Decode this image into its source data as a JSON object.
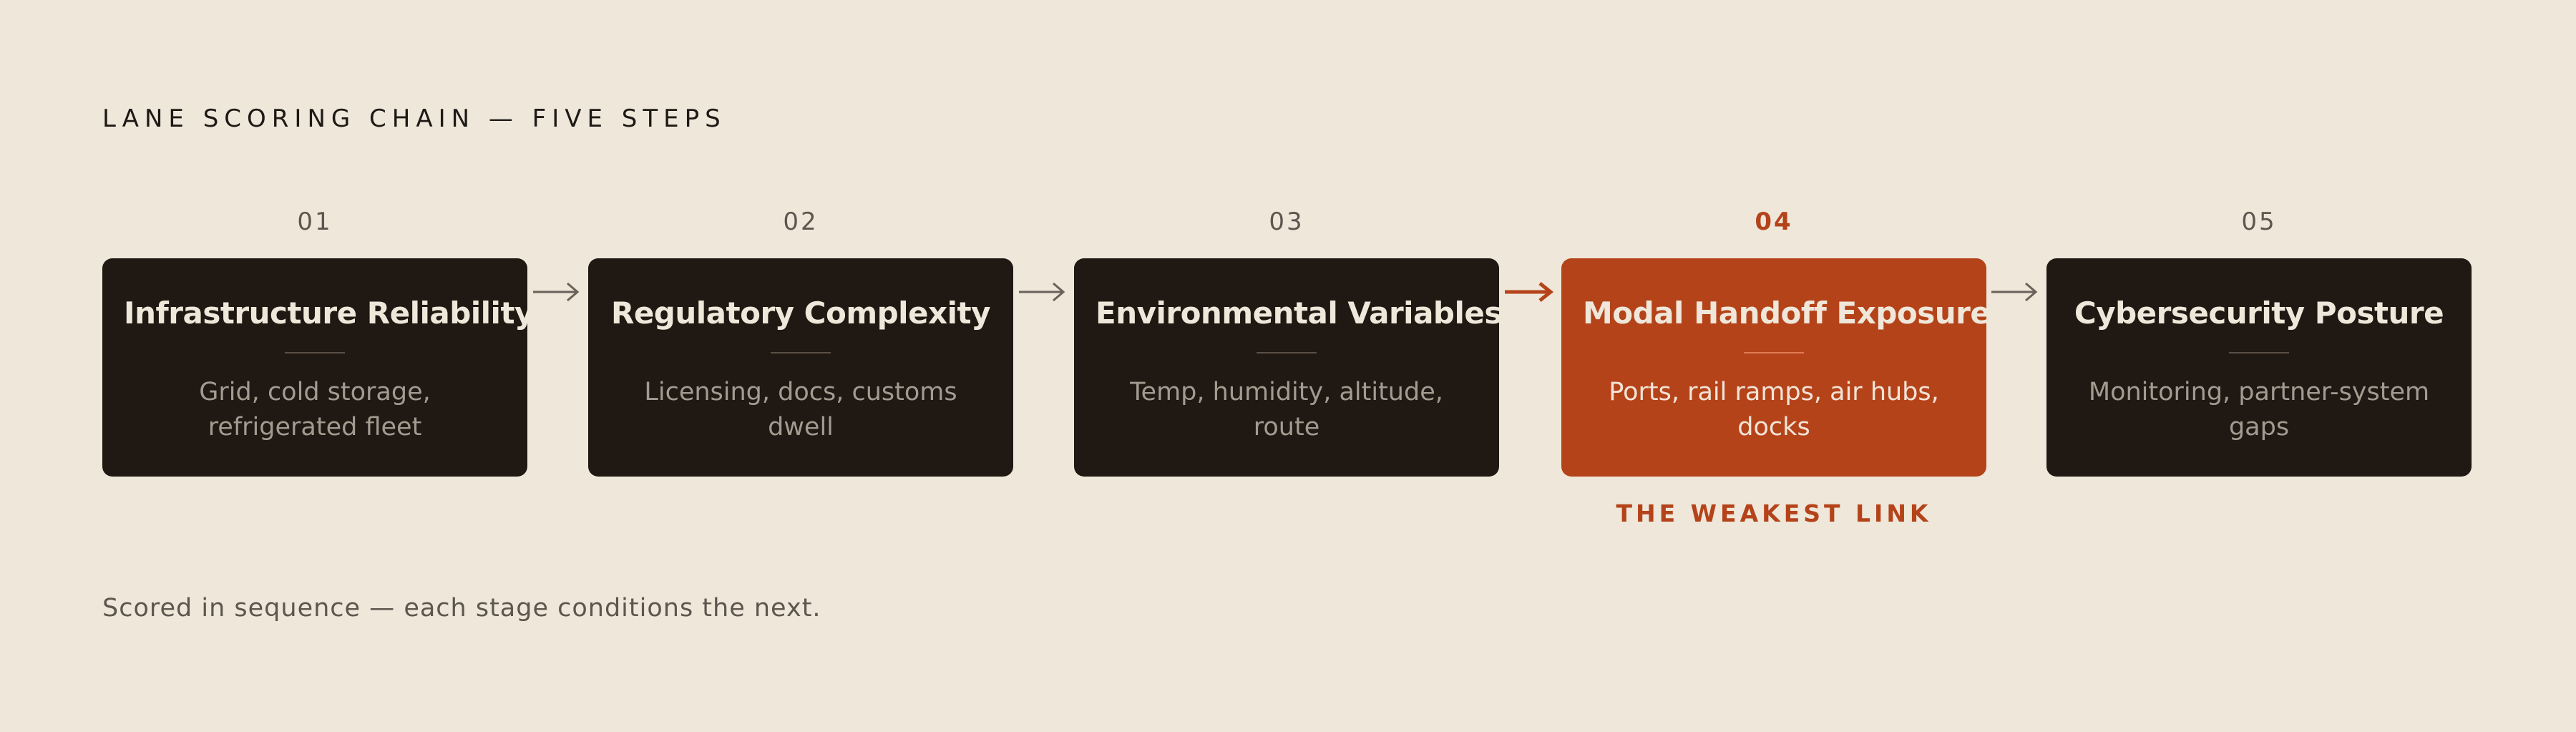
{
  "title": "LANE SCORING CHAIN — FIVE STEPS",
  "steps": [
    {
      "number": "01",
      "title": "Infrastructure Reliability",
      "description": "Grid, cold storage, refrigerated fleet"
    },
    {
      "number": "02",
      "title": "Regulatory Complexity",
      "description": "Licensing, docs, customs dwell"
    },
    {
      "number": "03",
      "title": "Environmental Variables",
      "description": "Temp, humidity, altitude, route"
    },
    {
      "number": "04",
      "title": "Modal Handoff Exposure",
      "description": "Ports, rail ramps, air hubs, docks"
    },
    {
      "number": "05",
      "title": "Cybersecurity Posture",
      "description": "Monitoring, partner-system gaps"
    }
  ],
  "highlighted_step": "04",
  "weakest_label": "THE WEAKEST LINK",
  "footer": "Scored in sequence — each stage conditions the next.",
  "colors": {
    "background": "#EEE7DA",
    "card": "#1F1813",
    "accent": "#B5431A",
    "arrow": "#6A615A"
  }
}
